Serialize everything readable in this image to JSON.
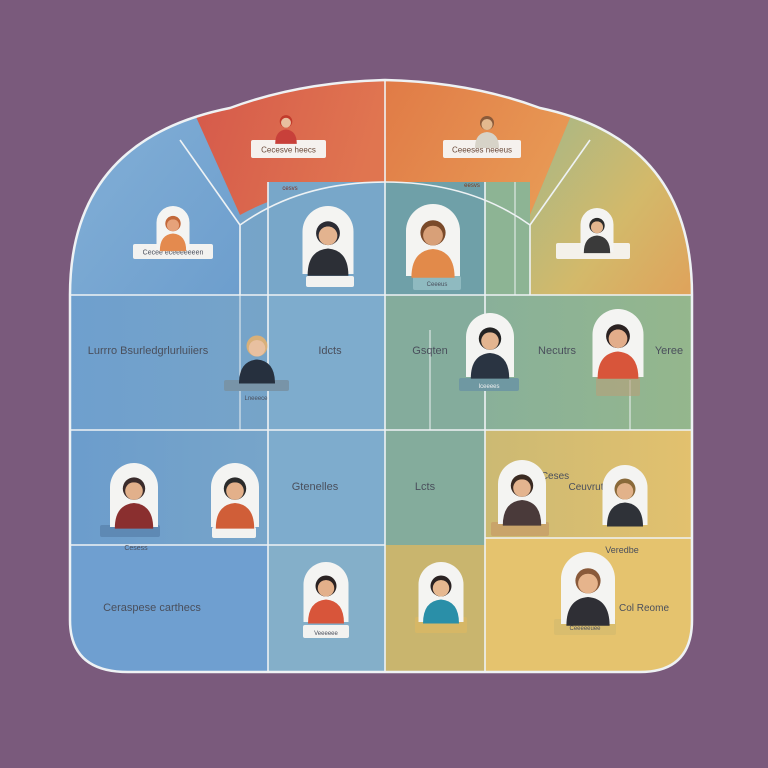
{
  "palette": {
    "background": "#7a5a7c",
    "blue": "#6f9fce",
    "blue_light": "#8fb7d8",
    "teal": "#7fa8b4",
    "green": "#8fb592",
    "red": "#d65f4a",
    "orange": "#e2874a",
    "yellow": "#e3c16e",
    "outline": "#eef2f4"
  },
  "top_tags": [
    {
      "text": "Cecesve heecs"
    },
    {
      "text": "Ceeeses neeeus"
    }
  ],
  "small_texts": {
    "red_band": "cesvs",
    "orange_band": "eesvs"
  },
  "row1_tags": [
    {
      "text": "Cecee eceeeeeeen"
    },
    {
      "text": ""
    },
    {
      "text": "Ceeeus"
    },
    {
      "text": ""
    }
  ],
  "cell_labels": [
    {
      "text": "Lurrro Bsurledgrlurluiiers"
    },
    {
      "text": "Idcts"
    },
    {
      "text": "Gsqten"
    },
    {
      "text": "Necutrs"
    },
    {
      "text": "Yeree"
    },
    {
      "text": "Gtenelles"
    },
    {
      "text": "Lcts"
    },
    {
      "text": "Ceses"
    },
    {
      "text": "Ceuvrut"
    },
    {
      "text": "Cesess"
    },
    {
      "text": "Ceraspese carthecs"
    },
    {
      "text": "Veredbe"
    },
    {
      "text": "Col Reome"
    }
  ],
  "person_tags": [
    {
      "text": "Lneeece"
    },
    {
      "text": "Iceeees"
    },
    {
      "text": "Veeeeee"
    },
    {
      "text": "Ceeeeeuee"
    }
  ],
  "icons": [
    "person-icon-red-female",
    "person-icon-orange-male",
    "person-icon-blue-female",
    "person-icon-dark-hair",
    "person-icon-long-hair",
    "person-icon-yellow-male",
    "person-icon-desk-male",
    "person-icon-teal-male",
    "person-icon-red-top",
    "person-icon-blazer",
    "person-icon-orange-shirt",
    "person-icon-reader",
    "person-icon-casual",
    "person-icon-book",
    "person-icon-blue-shirt",
    "person-icon-suit"
  ]
}
